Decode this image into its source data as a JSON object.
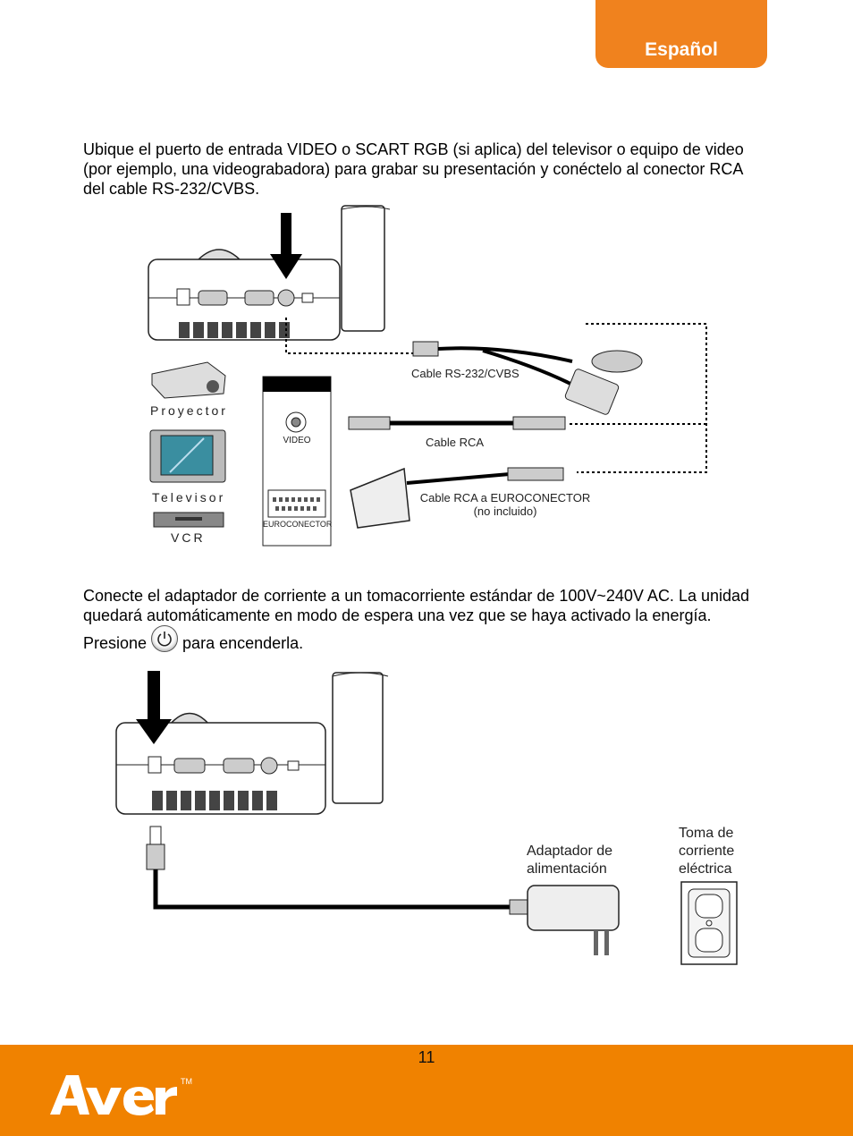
{
  "header": {
    "language_tab": "Español"
  },
  "section1": {
    "instruction": "Ubique el puerto de entrada VIDEO o SCART RGB (si aplica) del televisor o equipo de video (por ejemplo, una videograbadora) para grabar su presentación y conéctelo al conector RCA del cable RS-232/CVBS.",
    "devices": {
      "projector": "Proyector",
      "tv": "Televisor",
      "vcr": "VCR"
    },
    "panel": {
      "video": "VIDEO",
      "scart": "EUROCONECTOR"
    },
    "cables": {
      "rs232": "Cable RS-232/CVBS",
      "rca": "Cable RCA",
      "rca_scart": "Cable RCA a EUROCONECTOR",
      "rca_scart_note": "(no incluido)"
    }
  },
  "section2": {
    "instruction_before": "Conecte el adaptador de corriente a un tomacorriente estándar de 100V~240V AC. La unidad quedará automáticamente en modo de espera una vez que se haya activado la energía. Presione ",
    "instruction_after": " para encenderla.",
    "power_icon": "power-icon",
    "adapter_label": "Adaptador de alimentación",
    "outlet_label": "Toma de corriente eléctrica"
  },
  "footer": {
    "page_number": "11",
    "brand": "AVer",
    "trademark": "TM"
  },
  "colors": {
    "accent": "#f08200",
    "tab": "#f0821e"
  }
}
